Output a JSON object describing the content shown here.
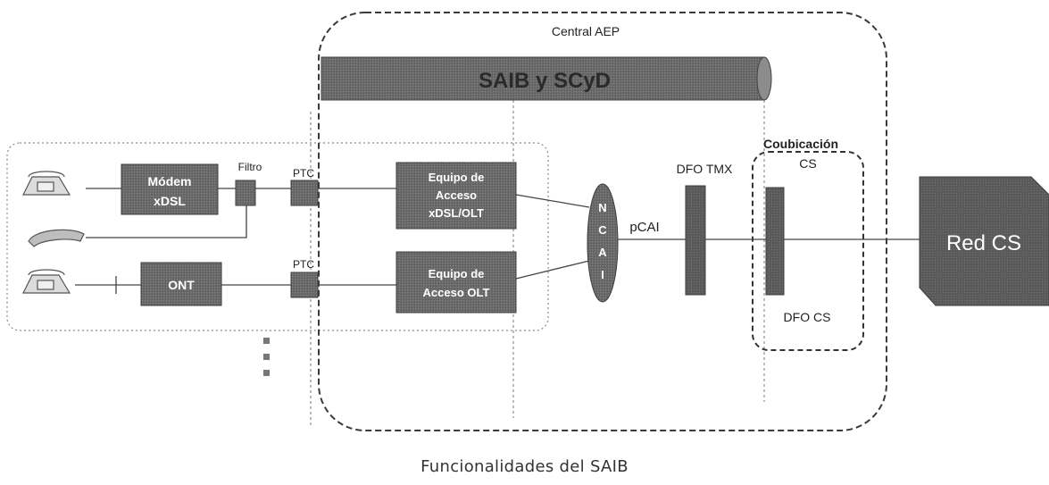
{
  "diagram": {
    "central_label": "Central AEP",
    "bus_label": "SAIB y SCyD",
    "modem_label_line1": "Módem",
    "modem_label_line2": "xDSL",
    "filter_label": "Filtro",
    "ptc_label_top": "PTC",
    "ptc_label_bottom": "PTC",
    "ont_label": "ONT",
    "equipo_top_line1": "Equipo de",
    "equipo_top_line2": "Acceso",
    "equipo_top_line3": "xDSL/OLT",
    "equipo_bottom_line1": "Equipo de",
    "equipo_bottom_line2": "Acceso OLT",
    "ncai_letters": [
      "N",
      "C",
      "A",
      "I"
    ],
    "pcai_label": "pCAI",
    "dfo_tmx_label": "DFO TMX",
    "coubicacion_line1": "Coubicación",
    "coubicacion_line2": "CS",
    "dfo_cs_label": "DFO CS",
    "red_cs_label": "Red CS"
  },
  "caption": "Funcionalidades del SAIB",
  "colors": {
    "box_fill": "#6e6e6e",
    "box_text": "#ffffff",
    "bus_fill": "#7a7a7a",
    "line": "#444444",
    "dashed": "#3a3a3a",
    "dotted": "#8a8a8a"
  }
}
